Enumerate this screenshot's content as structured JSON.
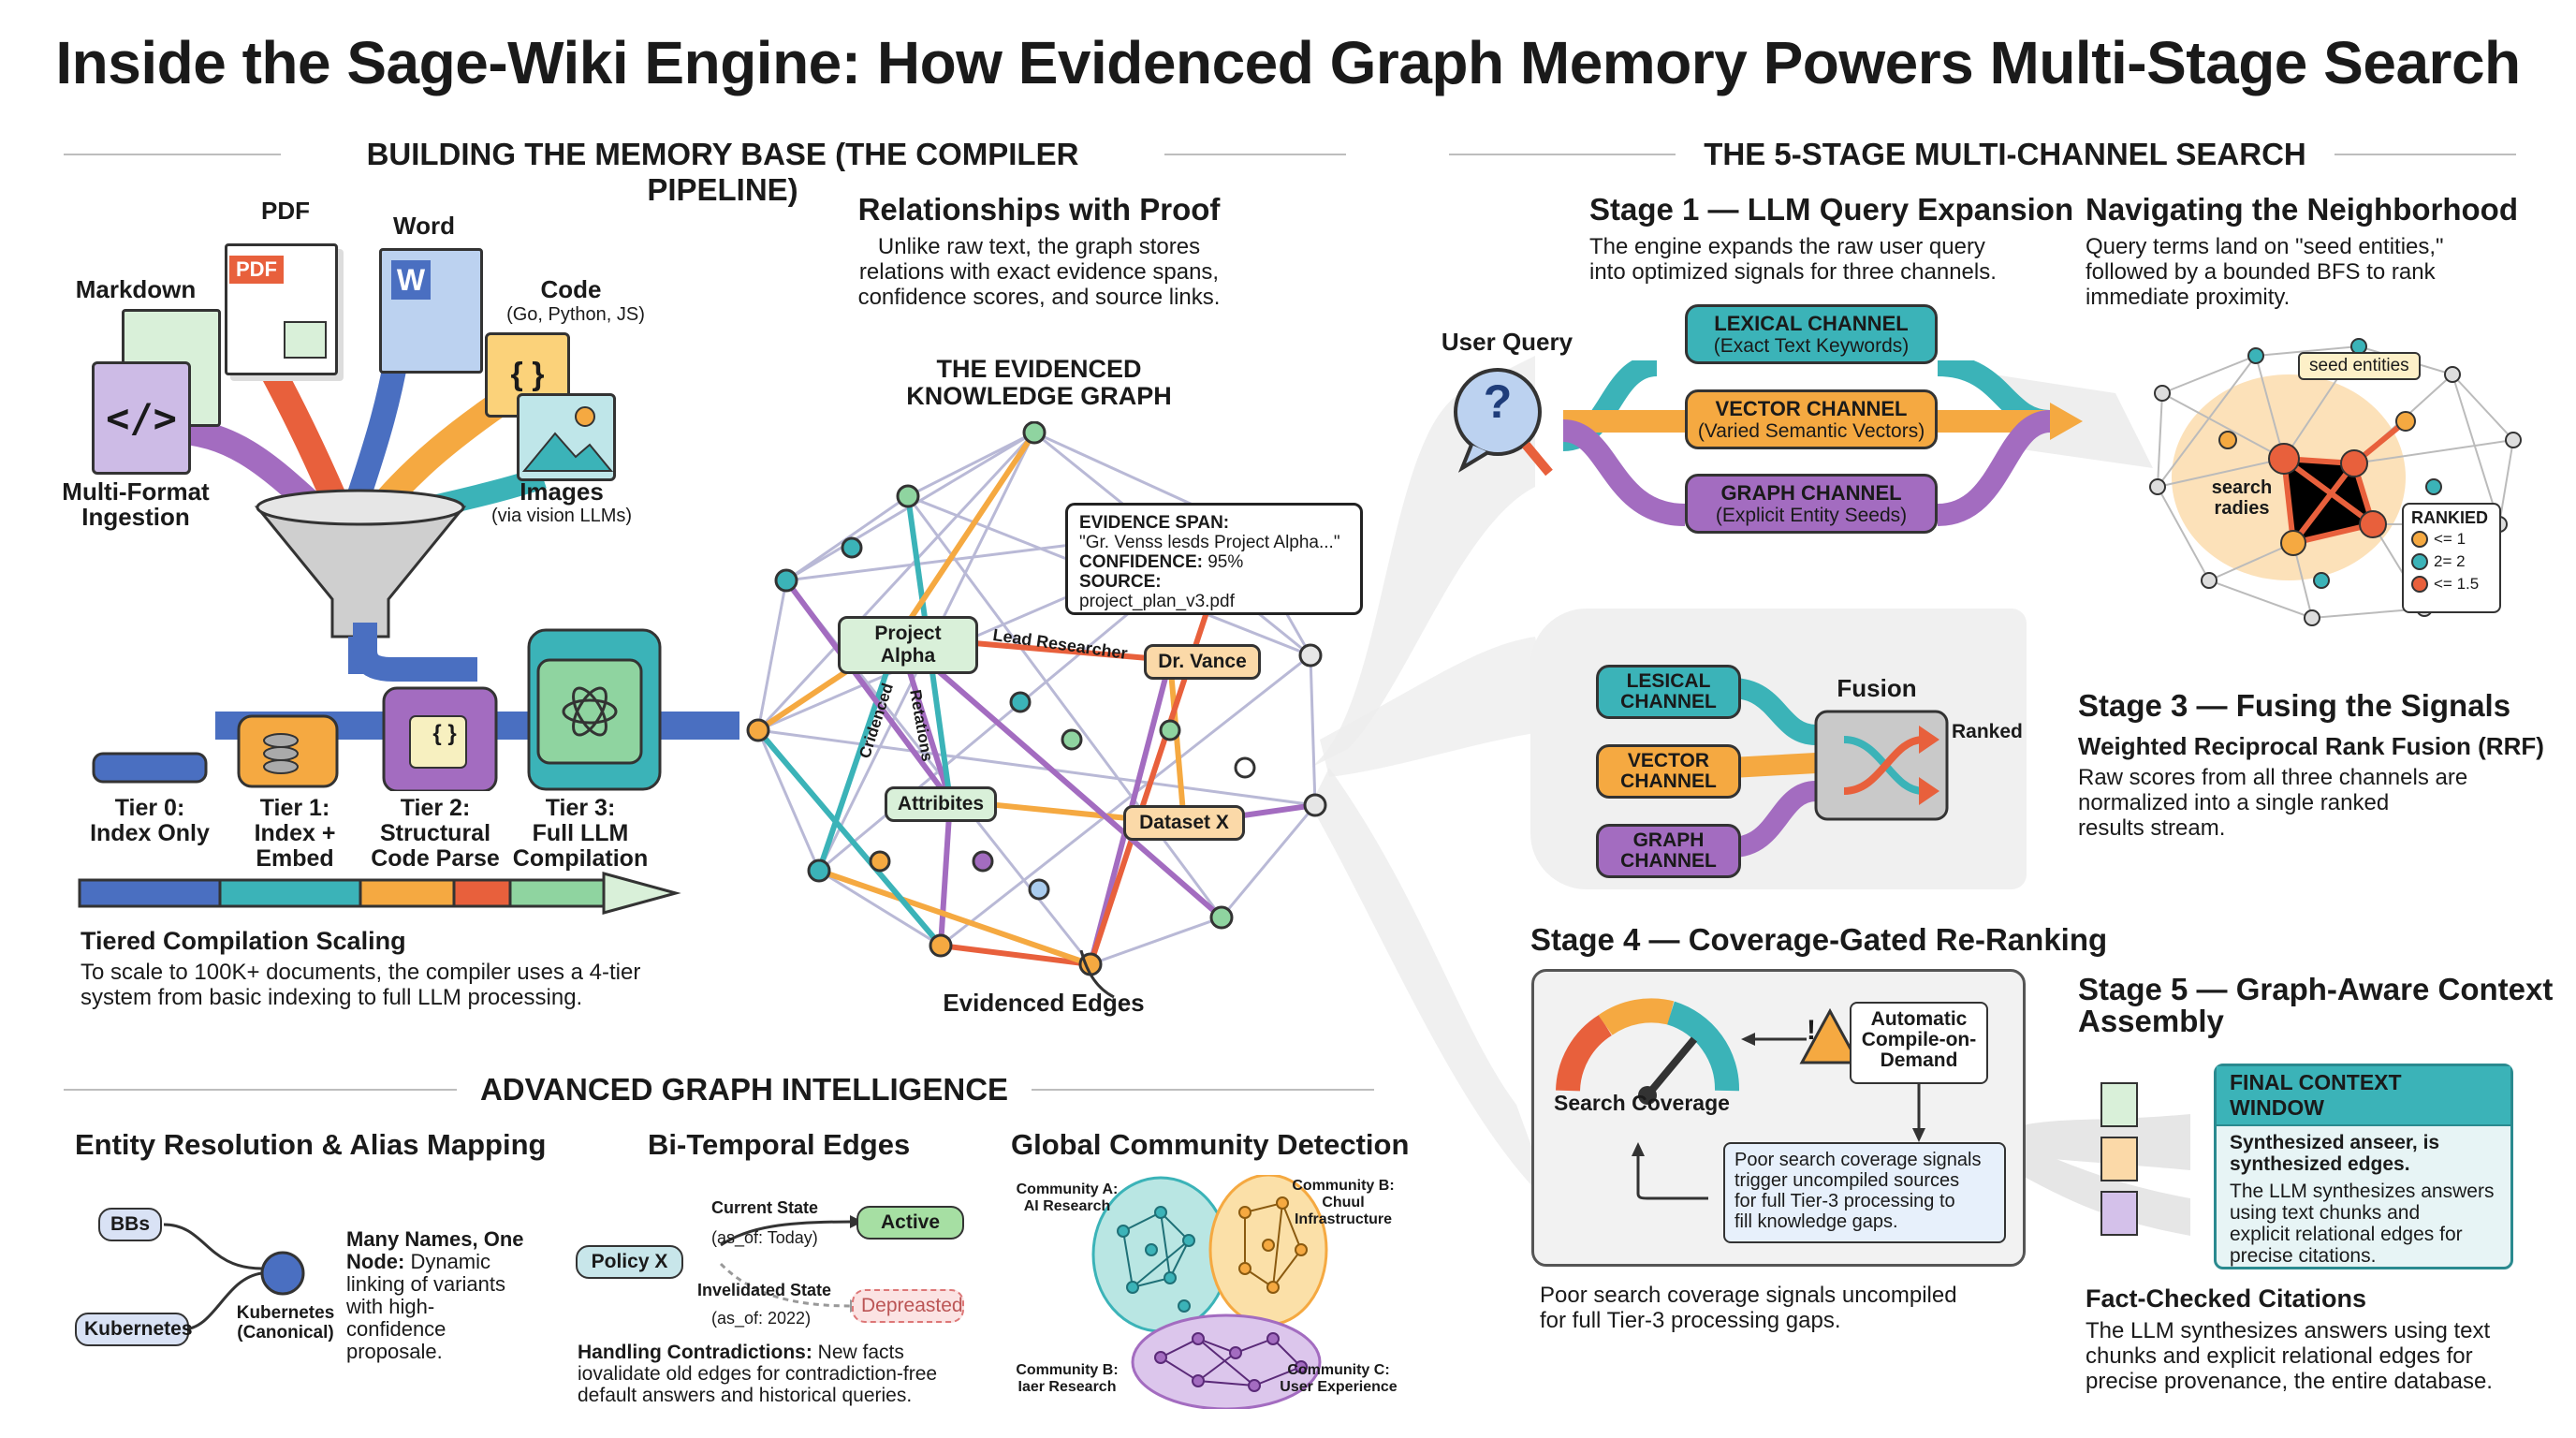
{
  "title": "Inside the Sage-Wiki Engine: How Evidenced Graph Memory Powers Multi-Stage Search",
  "left_section": "BUILDING THE MEMORY BASE (THE COMPILER PIPELINE)",
  "right_section": "THE 5-STAGE MULTI-CHANNEL SEARCH",
  "bottom_section": "ADVANCED GRAPH INTELLIGENCE",
  "ingestion": {
    "pdf": "PDF",
    "pdf_badge": "PDF",
    "word": "Word",
    "word_glyph": "W",
    "markdown": "Markdown",
    "code": "Code",
    "code_sub": "(Go, Python, JS)",
    "images": "Images",
    "images_sub": "(via vision LLMs)",
    "multi_format": "Multi-Format\nIngestion",
    "code_glyph": "{ }",
    "md_glyph": "</>"
  },
  "tiers": {
    "t0": "Tier 0:\nIndex Only",
    "t1": "Tier 1:\nIndex +\nEmbed",
    "t2": "Tier 2:\nStructural\nCode Parse",
    "t3": "Tier 3:\nFull LLM\nCompilation",
    "t2_glyph": "{ }",
    "heading": "Tiered Compilation Scaling",
    "desc": "To scale to 100K+ documents, the compiler uses a 4-tier\nsystem from basic indexing to full LLM processing."
  },
  "relationships": {
    "heading": "Relationships with Proof",
    "desc": "Unlike raw text, the graph stores\nrelations with exact evidence spans,\nconfidence scores, and source links.",
    "graph_title": "THE EVIDENCED\nKNOWLEDGE GRAPH",
    "evidence_span_label": "EVIDENCE SPAN:",
    "evidence_span": "\"Gr. Venss lesds Project Alpha...\"",
    "confidence_label": "CONFIDENCE:",
    "confidence": "95%",
    "source_label": "SOURCE:",
    "source": "project_plan_v3.pdf",
    "nodes": [
      "Project Alpha",
      "Dr. Vance",
      "Attribites",
      "Dataset X"
    ],
    "edge_lead": "Lead Researcher",
    "edge_cridenced": "Cridenced",
    "edge_retations": "Retations",
    "evidenced_edges": "Evidenced Edges"
  },
  "stage1": {
    "heading": "Stage 1 — LLM Query Expansion",
    "desc": "The engine expands the raw user query\ninto optimized signals for three channels.",
    "user_query": "User Query",
    "q": "?",
    "channels": [
      {
        "name": "LEXICAL CHANNEL",
        "sub": "(Exact Text Keywords)",
        "color": "#3bb3b8"
      },
      {
        "name": "VECTOR CHANNEL",
        "sub": "(Varied Semantic Vectors)",
        "color": "#f5a941"
      },
      {
        "name": "GRAPH CHANNEL",
        "sub": "(Explicit Entity Seeds)",
        "color": "#a36cc0"
      }
    ]
  },
  "stage2": {
    "heading": "Navigating the Neighborhood",
    "desc": "Query terms land on \"seed entities,\"\nfollowed by a bounded BFS to rank\nimmediate proximity.",
    "seed": "seed entities",
    "search_radies": "search\nradies",
    "ranked_title": "RANKIED",
    "ranked": [
      {
        "label": "<= 1",
        "color": "#f5a941"
      },
      {
        "label": "2= 2",
        "color": "#3bb3b8"
      },
      {
        "label": "<= 1.5",
        "color": "#e8603c"
      }
    ]
  },
  "stage3": {
    "heading": "Stage 3 — Fusing the Signals",
    "sub": "Weighted Reciprocal Rank Fusion (RRF)",
    "desc": "Raw scores from all three channels are\nnormalized into a single ranked\nresults stream.",
    "fusion": "Fusion",
    "ranked": "Ranked",
    "channels": [
      "LESICAL\nCHANNEL",
      "VECTOR\nCHANNEL",
      "GRAPH\nCHANNEL"
    ]
  },
  "stage4": {
    "heading": "Stage 4 — Coverage-Gated Re-Ranking",
    "search_coverage": "Search Coverage",
    "auto": "Automatic\nCompile-on-\nDemand",
    "warn": "!",
    "poor": "Poor search coverage signals\ntrigger uncompiled sources\nfor full Tier-3 processing to\nfill knowledge gaps.",
    "caption": "Poor search coverage signals uncompiled\nfor full Tier-3 processing gaps."
  },
  "stage5": {
    "heading": "Stage 5 — Graph-Aware Context\nAssembly",
    "window_title": "FINAL CONTEXT WINDOW",
    "window_bold": "Synthesized anseer, is\nsynthesized edges.",
    "window_body": "The LLM synthesizes answers\nusing text chunks and\nexplicit relational edges for\nprecise citations.",
    "fact_heading": "Fact-Checked Citations",
    "fact_desc": "The LLM synthesizes answers using text\nchunks and explicit relational edges for\nprecise provenance, the entire database."
  },
  "entity": {
    "heading": "Entity Resolution & Alias Mapping",
    "bbs": "BBs",
    "kube": "Kubernetes",
    "canonical": "Kubernetes\n(Canonical)",
    "bold": "Many Names, One\nNode:",
    "desc": " Dynamic\nlinking of variants\nwith high-confidence\nproposale."
  },
  "temporal": {
    "heading": "Bi-Temporal Edges",
    "policy": "Policy X",
    "current": "Current State",
    "current_sub": "(as_of: Today)",
    "active": "Active",
    "invalid": "Invelidated State",
    "invalid_sub": "(as_of: 2022)",
    "deprecated": "Depreasted",
    "bold": "Handling Contradictions:",
    "desc": " New facts\niovalidate old edges for contradiction-free\ndefault answers and historical queries."
  },
  "community": {
    "heading": "Global Community Detection",
    "a": "Community A:\nAI Research",
    "b": "Community B:\nChuul\nInfrastructure",
    "b2": "Community B:\nIaer Research",
    "c": "Community C:\nUser Experience"
  },
  "colors": {
    "teal": "#3bb3b8",
    "orange": "#f5a941",
    "purple": "#a36cc0",
    "red": "#e8603c",
    "green": "#8fd4a0",
    "blue": "#4a6fc1"
  }
}
